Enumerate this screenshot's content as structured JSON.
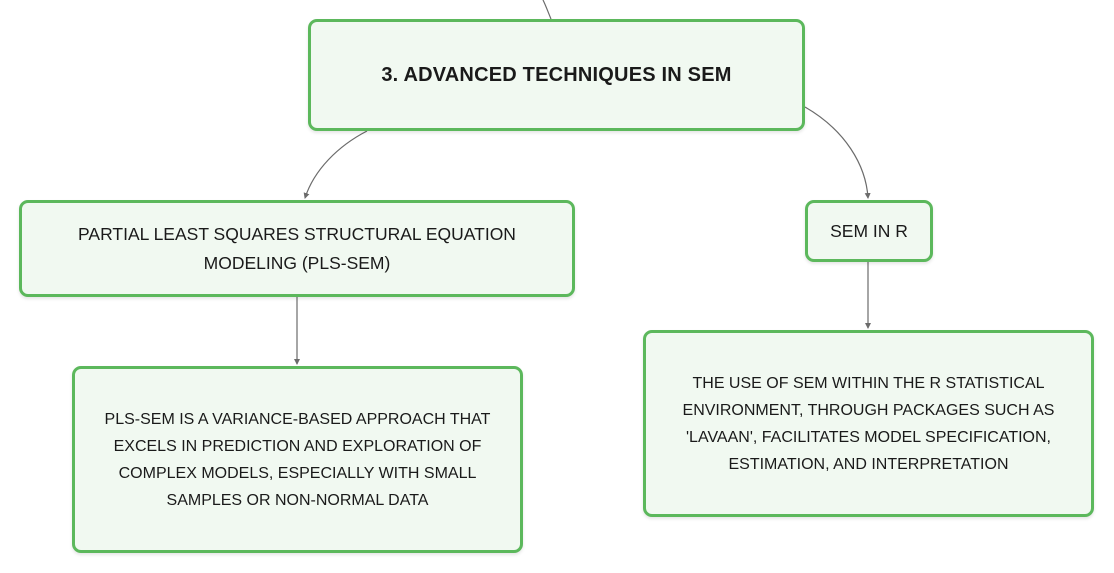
{
  "theme": {
    "node_border": "#5cb85c",
    "node_fill": "#f1f9f1",
    "connector": "#6b6b6b"
  },
  "nodes": {
    "root": {
      "label": "3. ADVANCED TECHNIQUES IN SEM"
    },
    "pls_sem": {
      "label": "PARTIAL LEAST SQUARES STRUCTURAL EQUATION MODELING (PLS-SEM)"
    },
    "pls_sem_desc": {
      "label": "PLS-SEM IS A VARIANCE-BASED APPROACH THAT EXCELS IN PREDICTION AND EXPLORATION OF COMPLEX MODELS, ESPECIALLY WITH SMALL SAMPLES OR NON-NORMAL DATA"
    },
    "sem_in_r": {
      "label": "SEM IN R"
    },
    "sem_in_r_desc": {
      "label": "THE USE OF SEM WITHIN THE R STATISTICAL ENVIRONMENT, THROUGH PACKAGES SUCH AS 'LAVAAN', FACILITATES MODEL SPECIFICATION, ESTIMATION, AND INTERPRETATION"
    }
  }
}
